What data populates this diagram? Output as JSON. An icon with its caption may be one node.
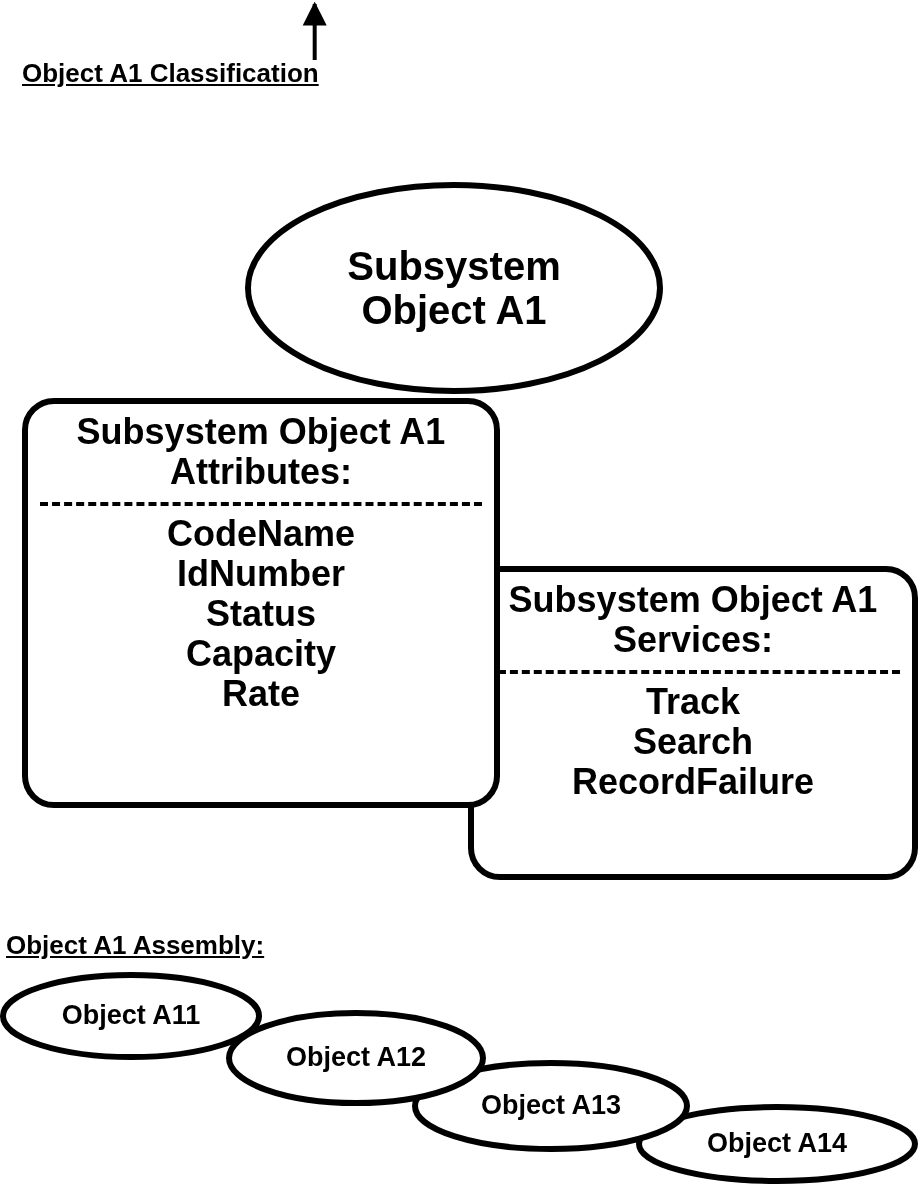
{
  "diagram": {
    "nodes": [
      {
        "text": [
          "Subsystem Object A1"
        ]
      },
      {
        "text": [
          "Subsystem Object A1 Attributes:",
          "CodeName",
          "IdNumber",
          "Status",
          "Capacity",
          "Rate"
        ]
      },
      {
        "text": [
          "Subsystem Object A1 Services:",
          "Track",
          "Search",
          "RecordFailure"
        ]
      },
      {
        "text": [
          "Object A11"
        ]
      },
      {
        "text": [
          "Object A12"
        ]
      },
      {
        "text": [
          "Object A13"
        ]
      },
      {
        "text": [
          "Object A14"
        ]
      }
    ],
    "labels": [
      "Object A1 Classification",
      "Object A1 Assembly:"
    ]
  }
}
